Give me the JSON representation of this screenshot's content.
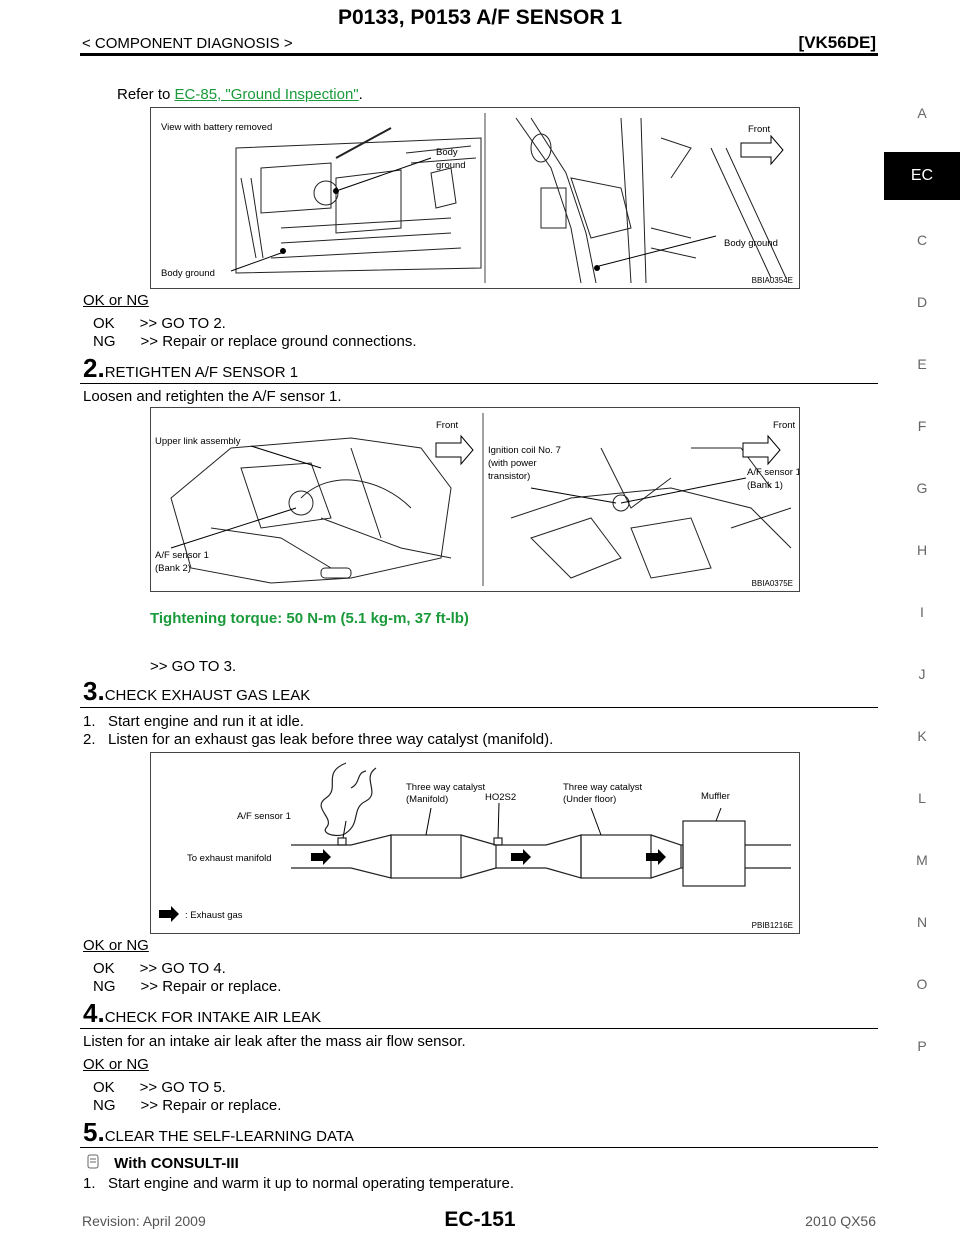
{
  "header": {
    "title": "P0133, P0153 A/F SENSOR 1",
    "section": "< COMPONENT DIAGNOSIS >",
    "engine": "[VK56DE]"
  },
  "sidebar": [
    "A",
    "EC",
    "C",
    "D",
    "E",
    "F",
    "G",
    "H",
    "I",
    "J",
    "K",
    "L",
    "M",
    "N",
    "O",
    "P"
  ],
  "sidebar_active": "EC",
  "refer": {
    "prefix": "Refer to ",
    "link": "EC-85, \"Ground Inspection\"",
    "suffix": "."
  },
  "fig1": {
    "code": "BBIA0354E",
    "labels": {
      "view": "View with battery removed",
      "body_ground1": "Body",
      "body_ground1b": "ground",
      "body_ground_left": "Body ground",
      "front": "Front",
      "body_ground_right": "Body ground"
    }
  },
  "okng1": {
    "title": "OK or NG",
    "ok": "OK      >> GO TO 2.",
    "ng": "NG      >> Repair or replace ground connections."
  },
  "step2": {
    "num": "2.",
    "title": "RETIGHTEN A/F SENSOR 1",
    "body": "Loosen and retighten the A/F sensor 1."
  },
  "fig2": {
    "code": "BBIA0375E",
    "labels": {
      "upper_link": "Upper link assembly",
      "front_l": "Front",
      "ign1": "Ignition coil No. 7",
      "ign2": "(with power",
      "ign3": "transistor)",
      "front_r": "Front",
      "afs_r1": "A/F sensor 1",
      "afs_r2": "(Bank 1)",
      "afs_l1": "A/F sensor 1",
      "afs_l2": "(Bank 2)"
    }
  },
  "torque": "Tightening torque: 50 N-m (5.1 kg-m, 37 ft-lb)",
  "goto3": ">> GO TO 3.",
  "step3": {
    "num": "3.",
    "title": "CHECK EXHAUST GAS LEAK",
    "item1": "1.   Start engine and run it at idle.",
    "item2": "2.   Listen for an exhaust gas leak before three way catalyst (manifold)."
  },
  "fig3": {
    "code": "PBIB1216E",
    "labels": {
      "twc_m1": "Three way catalyst",
      "twc_m2": "(Manifold)",
      "twc_u1": "Three way catalyst",
      "twc_u2": "(Under floor)",
      "muffler": "Muffler",
      "ho2s2": "HO2S2",
      "afs": "A/F sensor 1",
      "to_exhaust": "To exhaust manifold",
      "legend": ": Exhaust gas"
    }
  },
  "okng3": {
    "title": "OK or NG",
    "ok": "OK      >> GO TO 4.",
    "ng": "NG      >> Repair or replace."
  },
  "step4": {
    "num": "4.",
    "title": "CHECK FOR INTAKE AIR LEAK",
    "body": "Listen for an intake air leak after the mass air flow sensor."
  },
  "okng4": {
    "title": "OK or NG",
    "ok": "OK      >> GO TO 5.",
    "ng": "NG      >> Repair or replace."
  },
  "step5": {
    "num": "5.",
    "title": "CLEAR THE SELF-LEARNING DATA",
    "consult": "With CONSULT-III",
    "item1": "1.   Start engine and warm it up to normal operating temperature."
  },
  "footer": {
    "revision": "Revision: April 2009",
    "page": "EC-151",
    "model": "2010 QX56"
  }
}
